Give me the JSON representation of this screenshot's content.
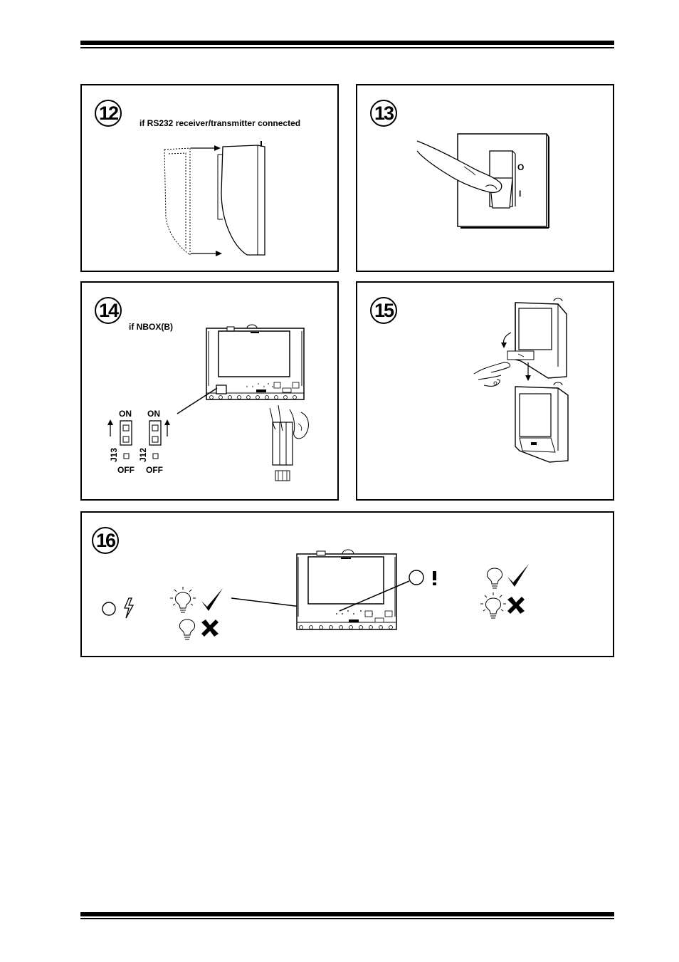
{
  "steps": [
    {
      "number": "12",
      "caption": "if RS232 receiver/transmitter connected"
    },
    {
      "number": "13",
      "switch_labels": {
        "off": "O",
        "on": "I"
      }
    },
    {
      "number": "14",
      "caption": "if NBOX(B)",
      "jumpers": {
        "on": "ON",
        "off": "OFF",
        "j13": "J13",
        "j12": "J12"
      }
    },
    {
      "number": "15"
    },
    {
      "number": "16"
    }
  ],
  "icons": {
    "step12": [
      "hinged-cover-illustration",
      "arrow-right-icon"
    ],
    "step13": [
      "finger-icon",
      "power-switch-icon"
    ],
    "step14": [
      "control-unit-illustration",
      "jumper-icon",
      "connector-plug-icon",
      "hand-icon"
    ],
    "step15": [
      "hand-icon",
      "rotate-arrow-icon",
      "arrow-down-icon",
      "control-unit-illustration"
    ],
    "step16": [
      "led-icon",
      "lightning-icon",
      "exclamation-icon",
      "bulb-lit-icon",
      "bulb-off-icon",
      "check-icon",
      "cross-icon"
    ]
  }
}
